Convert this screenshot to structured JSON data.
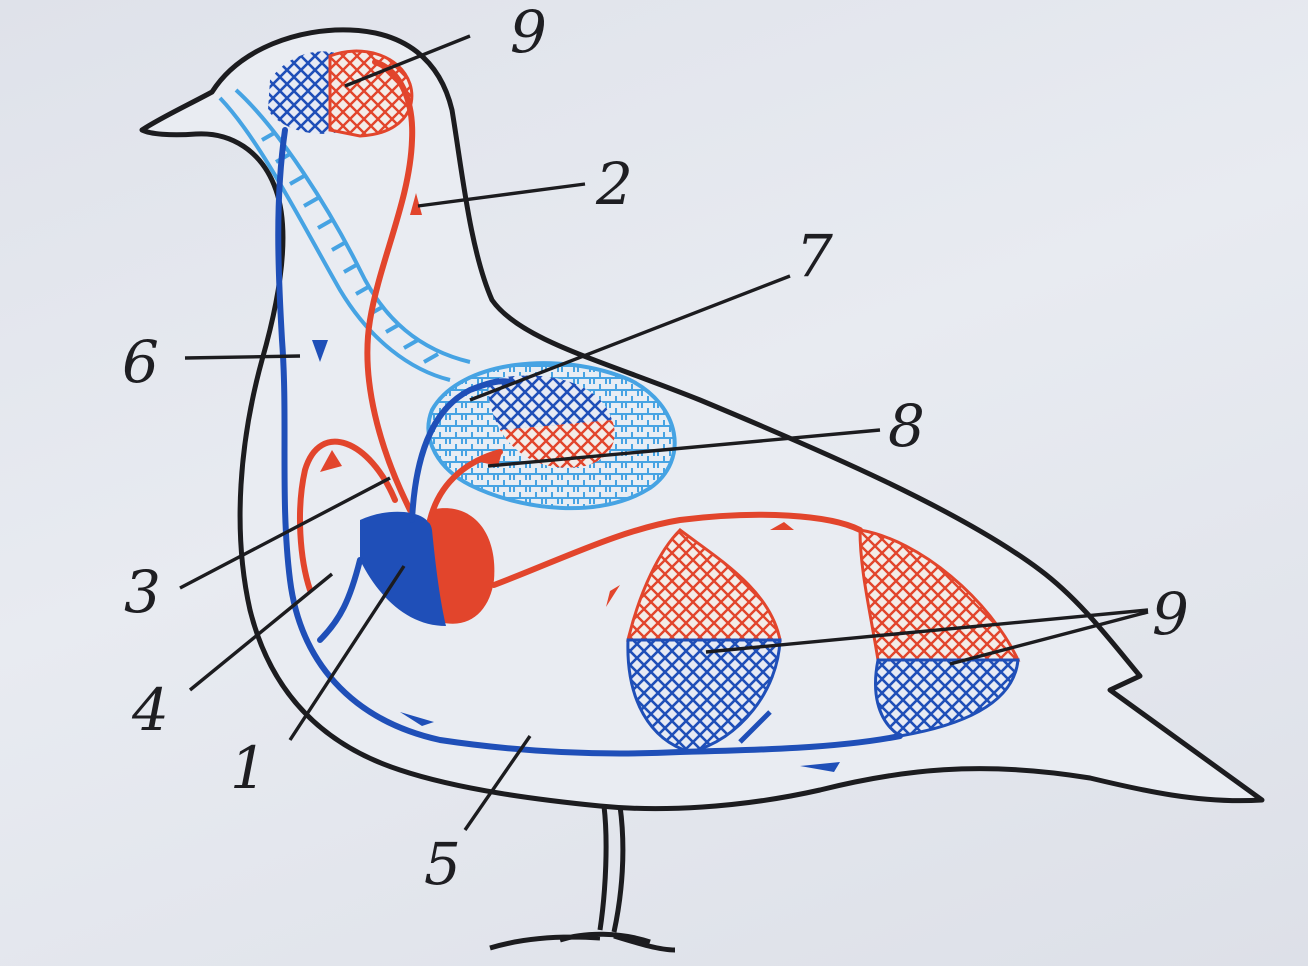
{
  "labels": {
    "heart": "1",
    "artery_head": "2",
    "aortic_arch": "3",
    "pulmonary_artery": "4",
    "posterior_vena_cava": "5",
    "anterior_vena_cava": "6",
    "pulmonary_vein": "7",
    "lung_vessel": "8",
    "capillaries_head": "9",
    "capillaries_body": "9"
  },
  "colors": {
    "arterial": "#e2452c",
    "venous": "#1f4fb8",
    "lung": "#46a3e3",
    "outline": "#1c1c1f",
    "paper": "#e5e8ee"
  }
}
